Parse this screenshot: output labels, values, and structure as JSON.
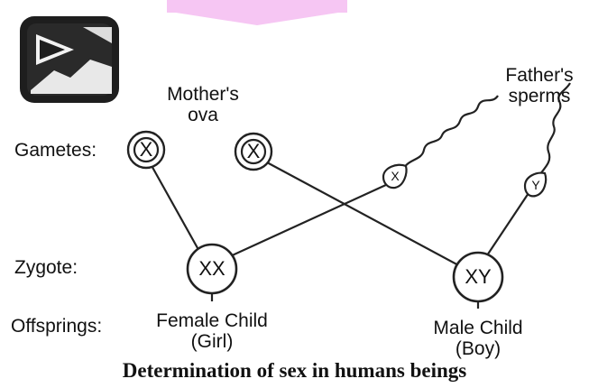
{
  "diagram": {
    "labels": {
      "mother_ova": "Mother's\nova",
      "father_sperms": "Father's\nsperms",
      "gametes": "Gametes:",
      "zygote": "Zygote:",
      "offsprings": "Offsprings:",
      "female_child": "Female Child\n(Girl)",
      "male_child": "Male Child\n(Boy)"
    },
    "ova": [
      "X",
      "X"
    ],
    "sperms": [
      "X",
      "Y"
    ],
    "zygotes": [
      "XX",
      "XY"
    ],
    "caption": "Determination of sex in humans beings"
  },
  "logo": {
    "icon": "play-logo-icon",
    "color": "#1e1e1e"
  }
}
